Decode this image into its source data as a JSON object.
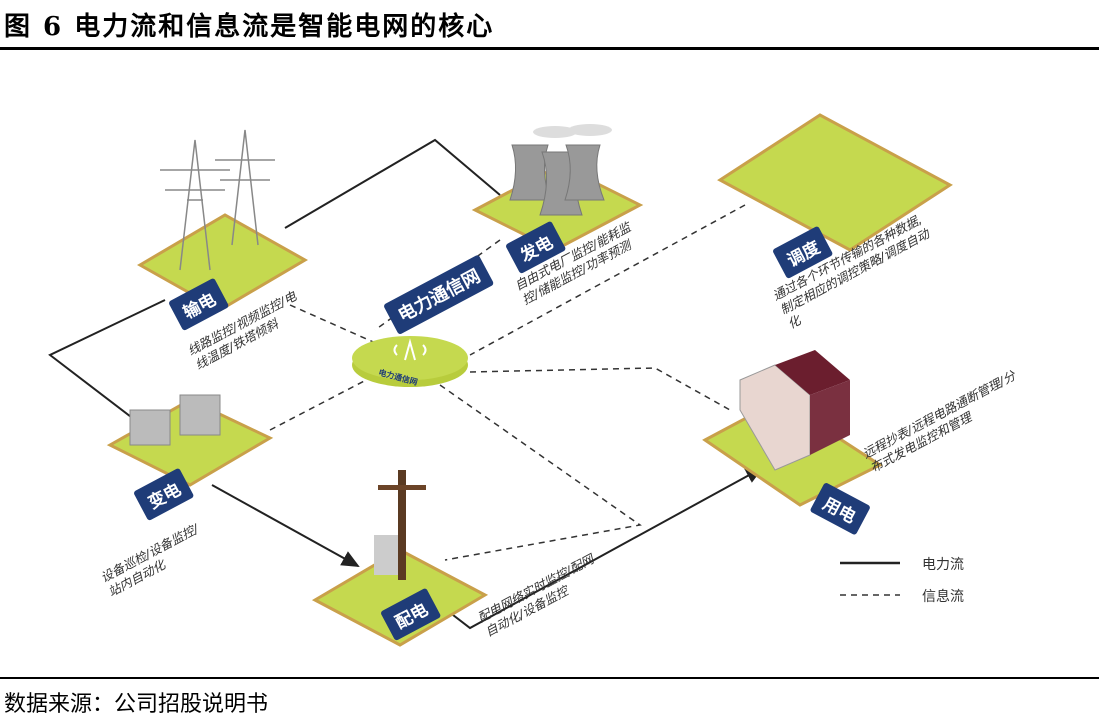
{
  "title": "图 6  电力流和信息流是智能电网的核心",
  "source": "数据来源：公司招股说明书",
  "nodes": {
    "transmission": {
      "label": "输电",
      "desc1": "线路监控/视频监控/电",
      "desc2": "线温度/铁塔倾斜"
    },
    "generation": {
      "label": "发电",
      "desc1": "自由式电厂监控/能耗监",
      "desc2": "控/储能监控/功率预测"
    },
    "dispatch": {
      "label": "调度",
      "desc1": "通过各个环节传输的各种数据,",
      "desc2": "制定相应的调控策略/调度自动",
      "desc3": "化"
    },
    "comm": {
      "label": "电力通信网",
      "hub_label": "电力通信网"
    },
    "substation": {
      "label": "变电",
      "desc1": "设备巡检/设备监控/",
      "desc2": "站内自动化"
    },
    "distribution": {
      "label": "配电",
      "desc1": "配电网络实时监控/配网",
      "desc2": "自动化/设备监控"
    },
    "consumption": {
      "label": "用电",
      "desc1": "远程抄表/远程电路通断管理/分",
      "desc2": "布式发电监控和管理"
    }
  },
  "legend": {
    "power_flow": "电力流",
    "info_flow": "信息流"
  },
  "colors": {
    "platform": "#c5d94f",
    "badge": "#1f3c78",
    "edge": "#c9a04a"
  }
}
